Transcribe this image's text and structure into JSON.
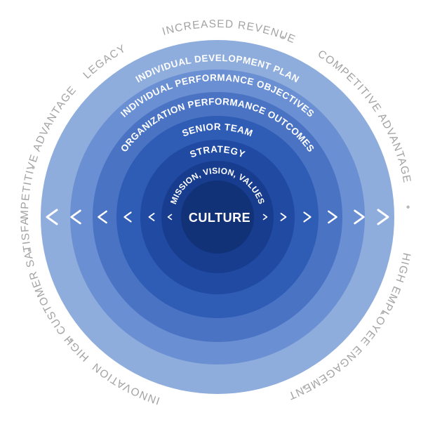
{
  "diagram": {
    "outer_labels": [
      "COMPETITIVE ADVANTAGE",
      "HIGH EMPLOYEE ENGAGEMENT",
      "INNOVATION",
      "HIGH CUSTOMER SATISFACTION",
      "LEGACY",
      "COMPETITIVE ADVANTAGE",
      "INCREASED REVENUE"
    ],
    "rings": [
      {
        "label": "INDIVIDUAL DEVELOPMENT PLAN",
        "color": "#8eaddc"
      },
      {
        "label": "INDIVIDUAL PERFORMANCE OBJECTIVES",
        "color": "#6a8fd2"
      },
      {
        "label": "ORGANIZATION PERFORMANCE OUTCOMES",
        "color": "#4a73c4"
      },
      {
        "label": "SENIOR TEAM",
        "color": "#2f5cb4"
      },
      {
        "label": "STRATEGY",
        "color": "#214aa2"
      },
      {
        "label": "MISSION, VISION, VALUES",
        "color": "#183c8e"
      }
    ],
    "center": {
      "label": "CULTURE",
      "color": "#123277"
    },
    "outer_glow_color": "#b9bde6",
    "chevron_count_per_side": 6
  }
}
